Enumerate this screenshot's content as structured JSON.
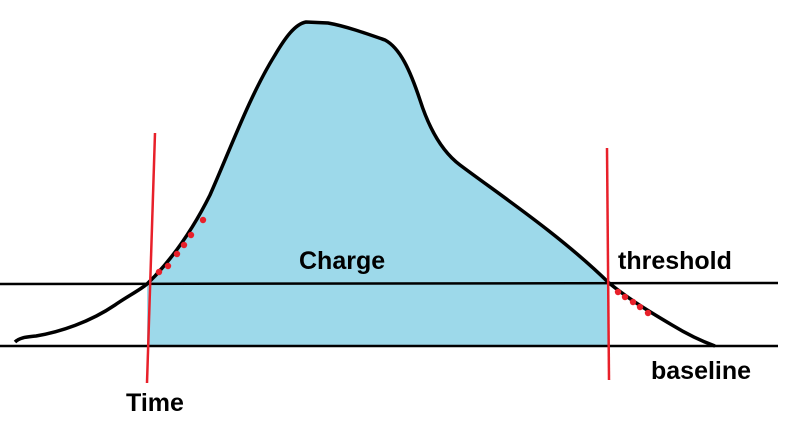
{
  "labels": {
    "charge": "Charge",
    "threshold": "threshold",
    "baseline": "baseline",
    "time": "Time"
  },
  "colors": {
    "fill": "#9dd9ea",
    "curve": "#000000",
    "marker_line": "#e8202a",
    "dots": "#e8202a",
    "text": "#000000"
  }
}
